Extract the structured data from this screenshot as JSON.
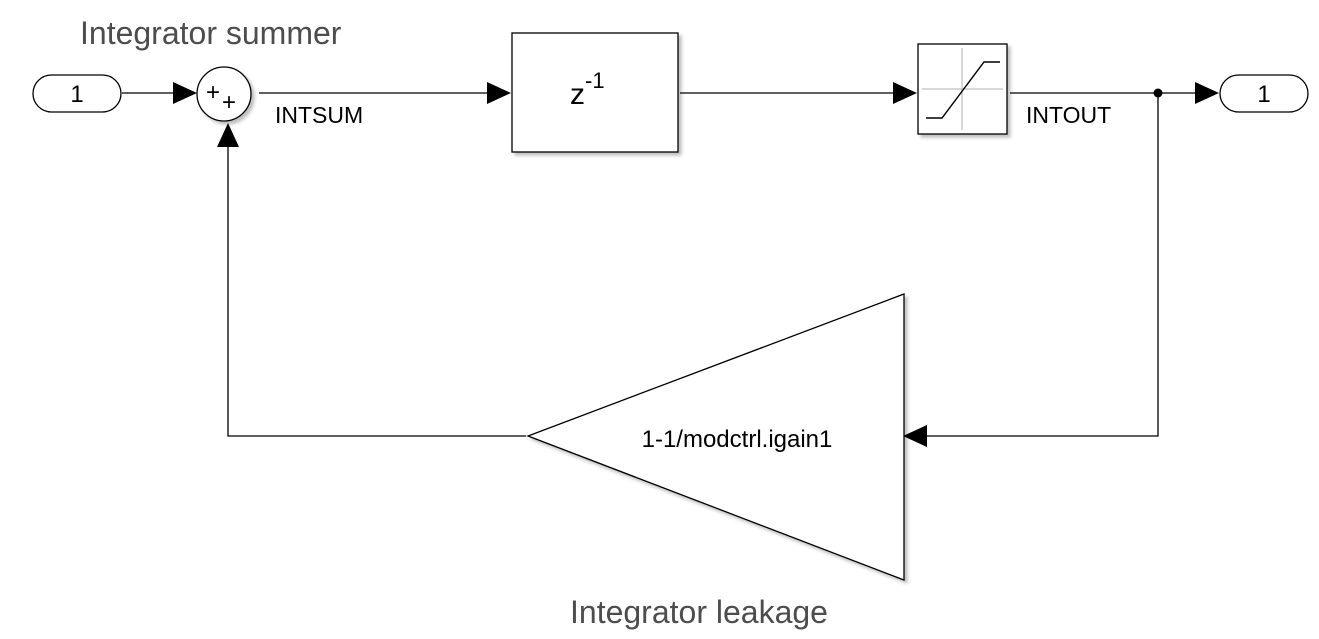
{
  "annotations": {
    "summer": "Integrator summer",
    "leakage": "Integrator leakage"
  },
  "blocks": {
    "inport": {
      "label": "1"
    },
    "sum": {
      "sign_top": "+",
      "sign_bottom": "+"
    },
    "unit_delay": {
      "base": "z",
      "exponent": "-1"
    },
    "saturation": {
      "icon": "saturation-icon"
    },
    "gain": {
      "label": "1-1/modctrl.igain1"
    },
    "outport": {
      "label": "1"
    }
  },
  "signals": {
    "sum_out": "INTSUM",
    "sat_out": "INTOUT"
  }
}
